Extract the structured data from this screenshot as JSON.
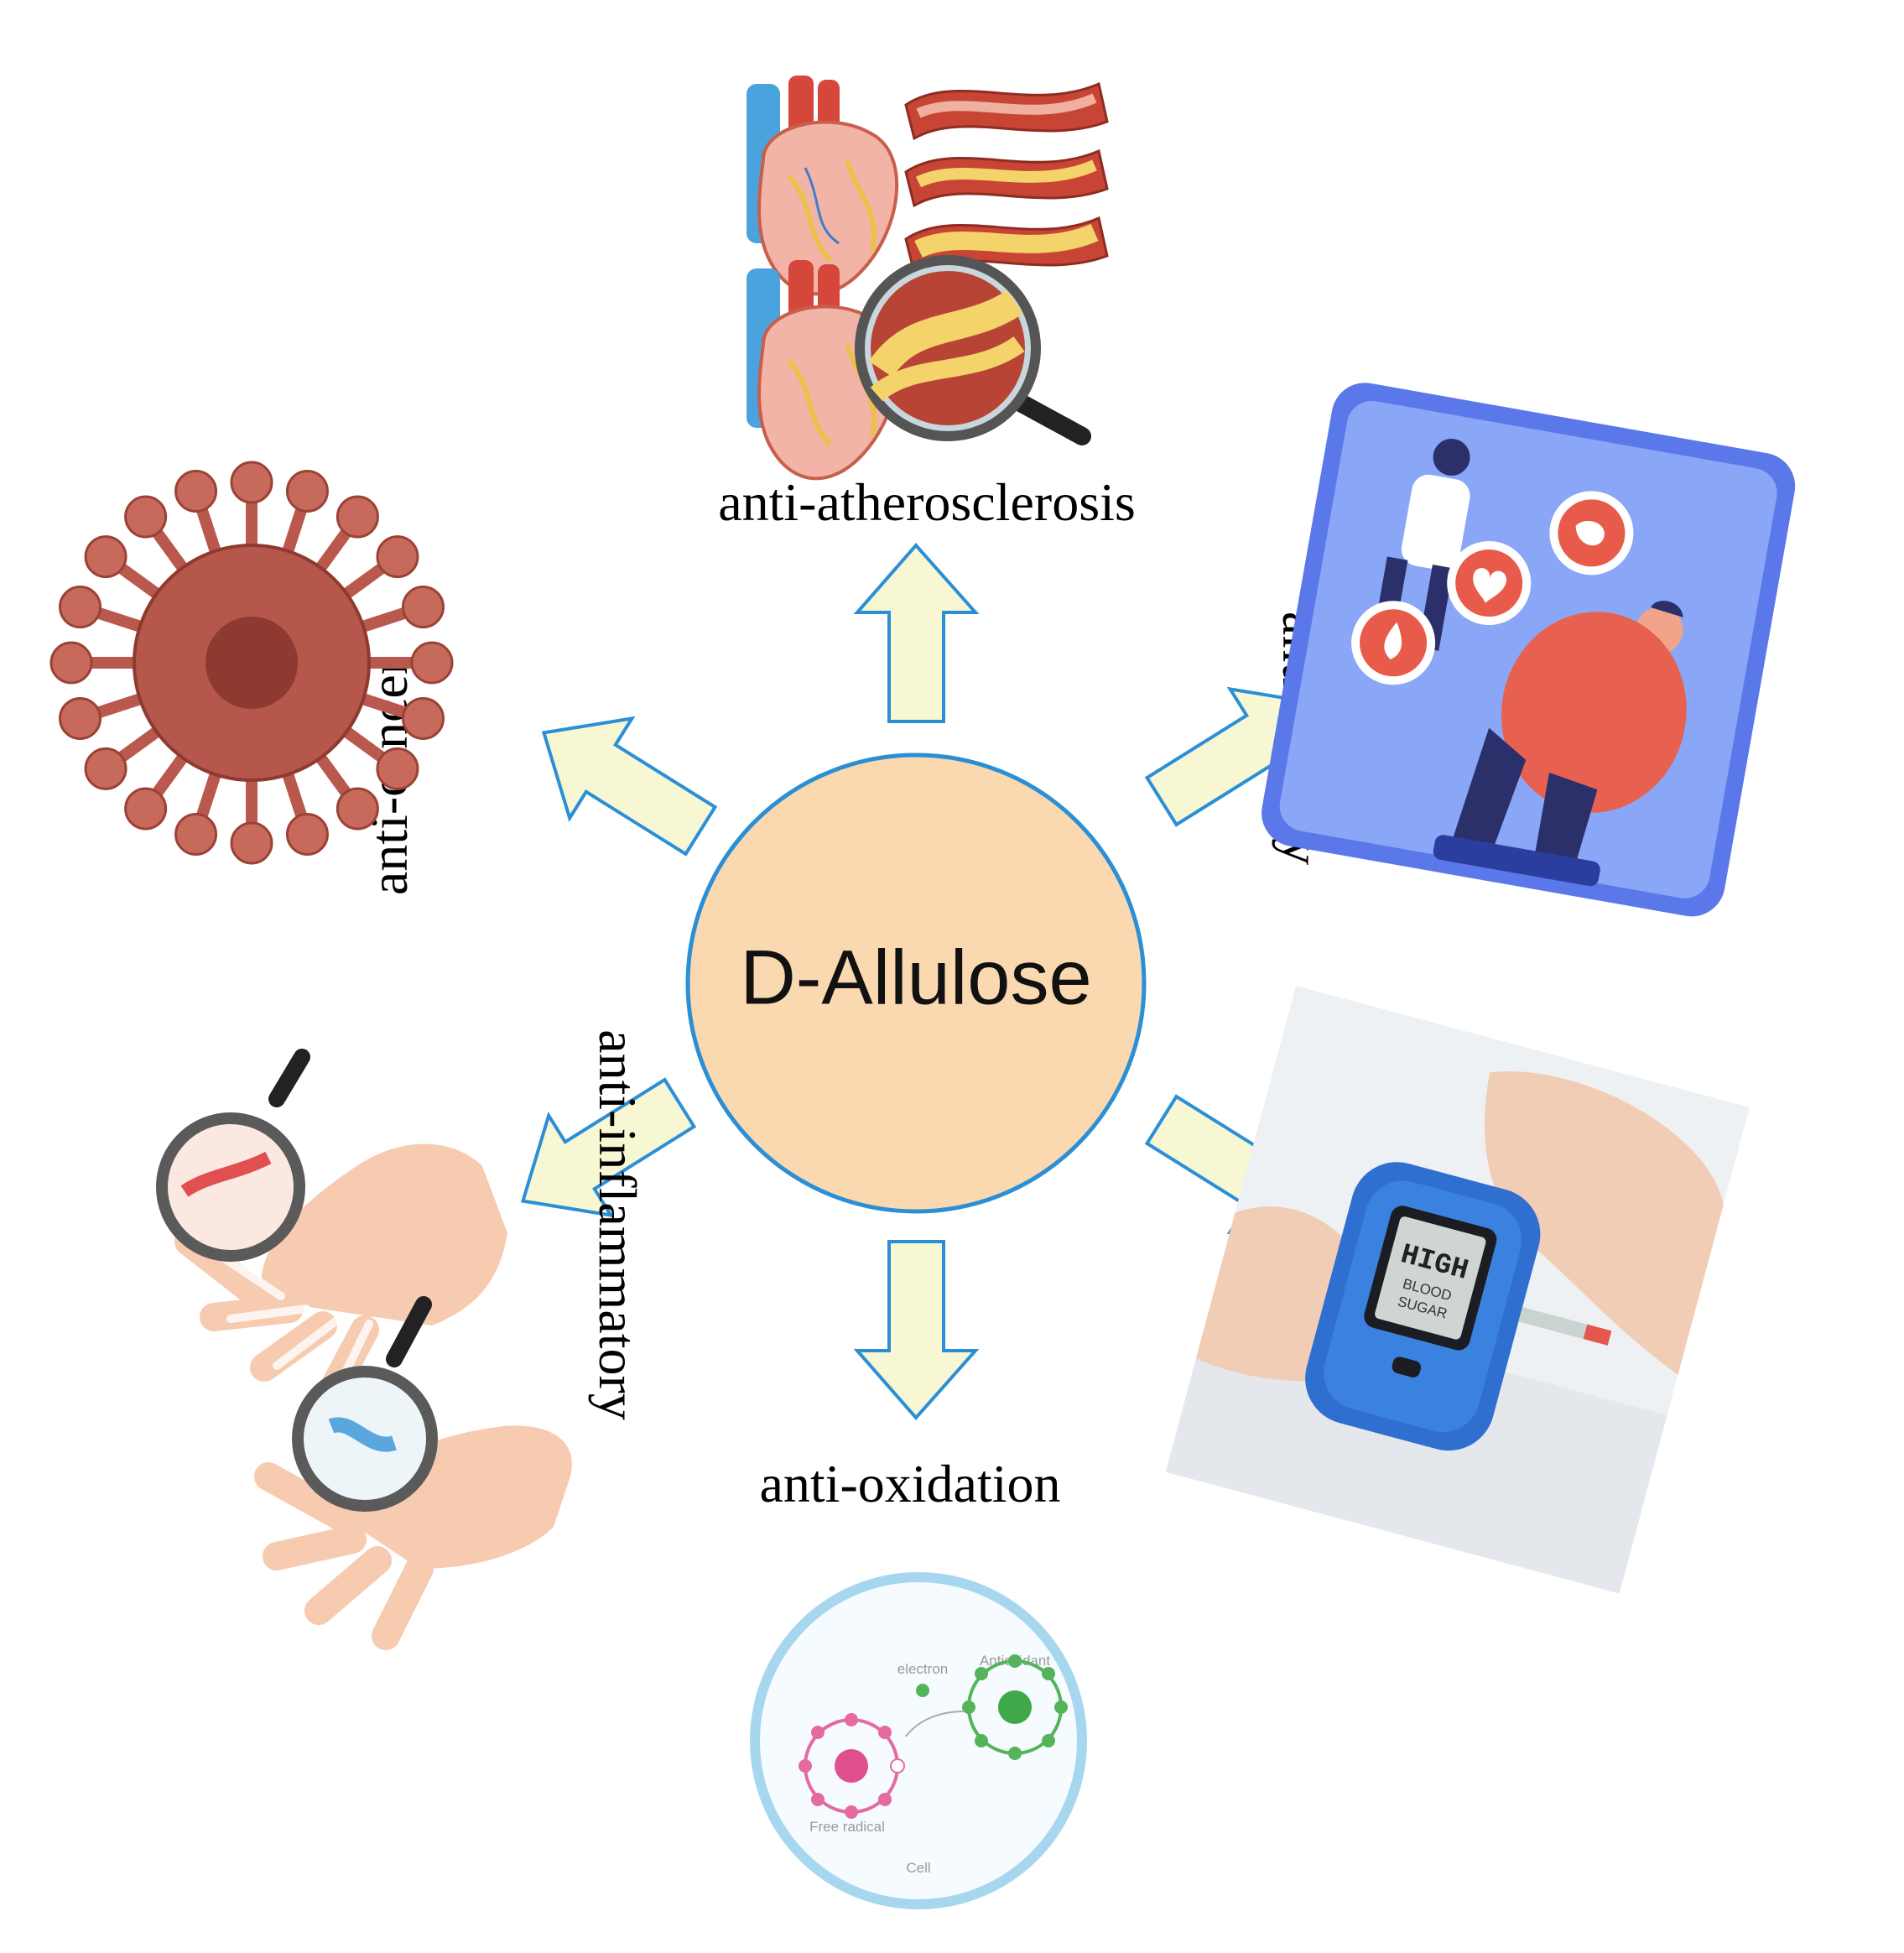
{
  "center": {
    "label": "D-Allulose",
    "fill": "#fad9b0",
    "stroke": "#2b8fd6"
  },
  "arrow_colors": {
    "fill": "#f7f7d4",
    "stroke": "#2b8fd6"
  },
  "effects": {
    "atherosclerosis": "anti-atherosclerosis",
    "obesity": "anti-obesity",
    "diabetes": "anti-diabetes",
    "oxidation": "anti-oxidation",
    "inflammatory": "anti-inflammatory",
    "cancer": "anti-cancer"
  },
  "illustrations": {
    "atherosclerosis": [
      "heart-icon",
      "artery-icon",
      "magnifier-icon"
    ],
    "obesity": [
      "doctor-icon",
      "scale-icon",
      "blood-drop-icon",
      "heart-icon",
      "stomach-icon"
    ],
    "diabetes": [
      "glucose-meter-icon",
      "hand-icon"
    ],
    "oxidation": [
      "cell-icon",
      "atom-icon"
    ],
    "inflammatory": [
      "hand-skeleton-icon",
      "magnifier-icon"
    ],
    "cancer": [
      "virus-icon"
    ]
  },
  "oxidation_panel": {
    "electron": "electron",
    "antioxidant": "Antioxidant",
    "free_radical": "Free radical",
    "cell": "Cell"
  },
  "meter_display": [
    "HIGH",
    "BLOOD",
    "SUGAR"
  ]
}
